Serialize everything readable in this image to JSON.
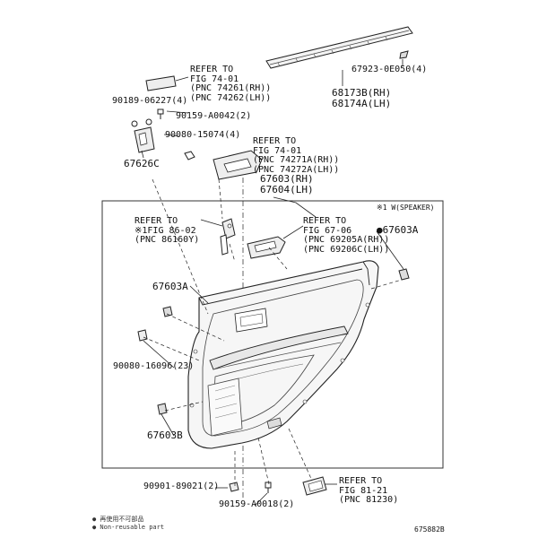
{
  "labels": {
    "refer_74_01_top": [
      "REFER TO",
      "FIG 74-01",
      "(PNC 74261(RH))",
      "(PNC 74262(LH))"
    ],
    "p90189": "90189-06227(4)",
    "p90159_a0042": "90159-A0042(2)",
    "p90080_15074": "90080-15074(4)",
    "p67626c": "67626C",
    "refer_74_01_mid": [
      "REFER TO",
      "FIG 74-01",
      "(PNC 74271A(RH))",
      "(PNC 74272A(LH))"
    ],
    "p67923": "67923-0E050(4)",
    "p68173b": "68173B(RH)",
    "p68174a": "68174A(LH)",
    "p67603_rh": "67603(RH)",
    "p67604_lh": "67604(LH)",
    "speaker_note": "※1 W(SPEAKER)",
    "refer_86_02": [
      "REFER TO",
      "※1FIG 86-02",
      "(PNC 86160Y)"
    ],
    "refer_67_06": [
      "REFER TO",
      "FIG 67-06",
      "(PNC 69205A(RH))",
      "(PNC 69206C(LH))"
    ],
    "p67603a_right": "●67603A",
    "p67603a_left": "67603A",
    "p90080_16096": "90080-16096(23)",
    "p67603b": "67603B",
    "p90901": "90901-89021(2)",
    "p90159_a0018": "90159-A0018(2)",
    "refer_81_21": [
      "REFER TO",
      "FIG 81-21",
      "(PNC 81230)"
    ],
    "legend_1": "● 再使用不可部品",
    "legend_2": "● Non-reusable part",
    "fig_code": "675882B"
  },
  "icons": [
    "clip-icon",
    "screw-icon",
    "bolt-icon",
    "nut-icon",
    "speaker-icon",
    "switch-icon",
    "lamp-icon"
  ]
}
